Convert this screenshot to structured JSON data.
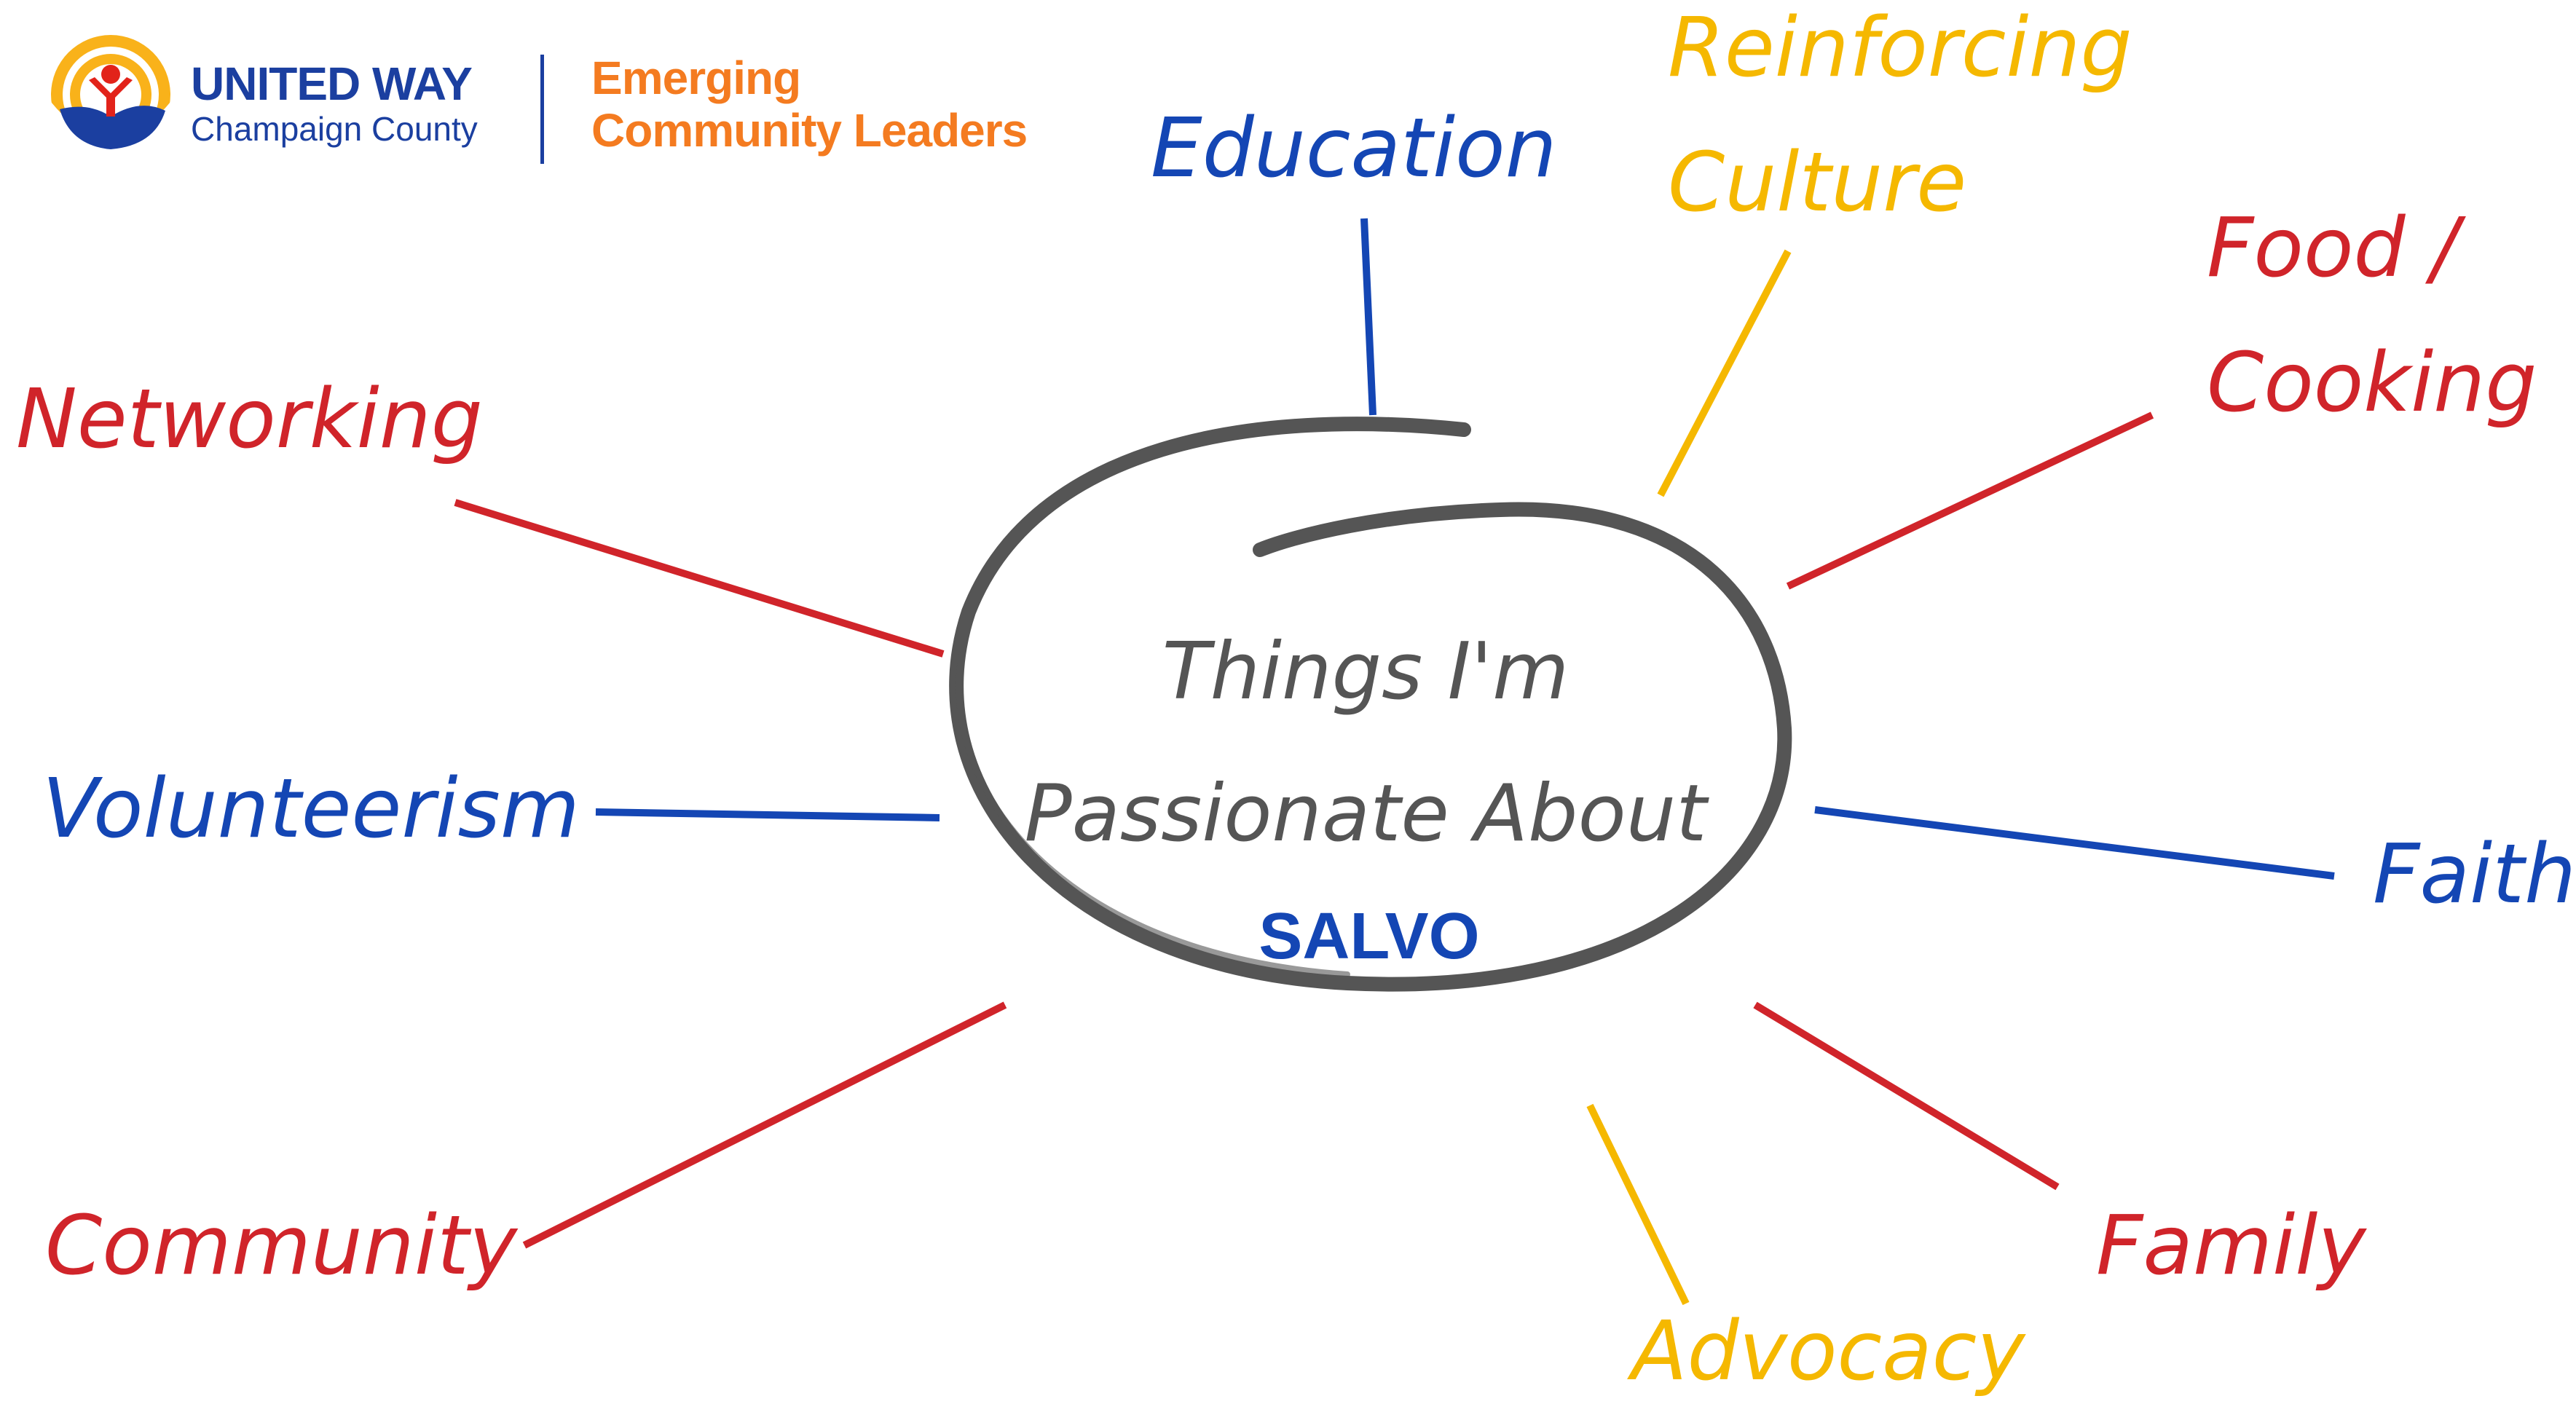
{
  "logo": {
    "org_name": "UNITED WAY",
    "org_sub": "Champaign County",
    "program_line1": "Emerging",
    "program_line2": "Community Leaders",
    "colors": {
      "blue": "#1b3fa0",
      "orange": "#f47b20",
      "yellow": "#f9b21a",
      "red": "#e2231a"
    }
  },
  "center": {
    "title_line1": "Things I'm",
    "title_line2": "Passionate About",
    "name": "SALVO"
  },
  "colors": {
    "red": "#d0242a",
    "blue": "#1446b4",
    "yellow": "#f5b800",
    "gray": "#555555"
  },
  "topics": {
    "education": "Education",
    "reinforcing_line1": "Reinforcing",
    "reinforcing_line2": "Culture",
    "food_line1": "Food /",
    "food_line2": "Cooking",
    "networking": "Networking",
    "volunteerism": "Volunteerism",
    "faith": "Faith",
    "community": "Community",
    "family": "Family",
    "advocacy": "Advocacy"
  }
}
